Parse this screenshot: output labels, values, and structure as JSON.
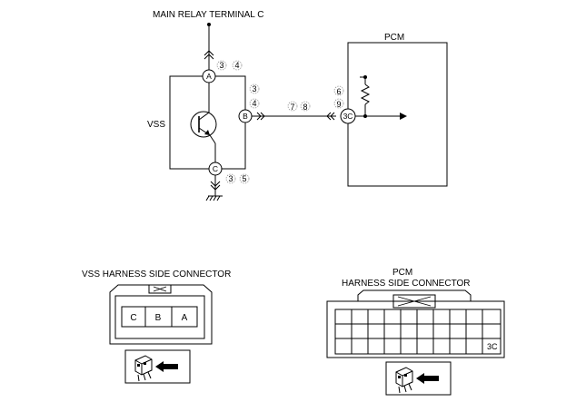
{
  "schematic": {
    "main_relay_label": "MAIN RELAY TERMINAL C",
    "vss_label": "VSS",
    "pcm_label": "PCM",
    "terminal_a": "A",
    "terminal_b": "B",
    "terminal_c": "C",
    "terminal_3c": "3C",
    "pins_a": [
      "3",
      "4"
    ],
    "pins_b": [
      "3",
      "4"
    ],
    "pins_c": [
      "3",
      "5"
    ],
    "pins_wire": [
      "7",
      "8"
    ],
    "pins_pcm": [
      "6",
      "9"
    ]
  },
  "vss_connector": {
    "title": "VSS HARNESS SIDE CONNECTOR",
    "cells": [
      "C",
      "B",
      "A"
    ]
  },
  "pcm_connector": {
    "title_line1": "PCM",
    "title_line2": "HARNESS SIDE CONNECTOR",
    "terminal_label": "3C"
  },
  "icons": [
    "transistor-icon",
    "ground-icon",
    "resistor-icon",
    "harness-connector-icon"
  ]
}
